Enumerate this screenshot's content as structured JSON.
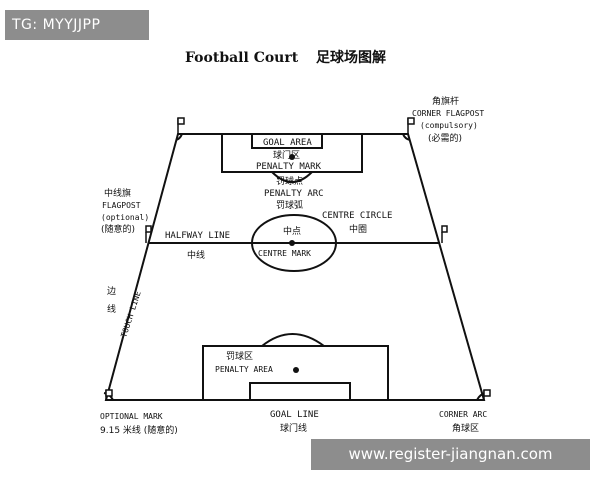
{
  "watermark_top": "TG: MYYJJPP",
  "watermark_bottom": "www.register-jiangnan.com",
  "title_en": "Football Court",
  "title_zh": "足球场图解",
  "labels": {
    "goal_area_en": "GOAL AREA",
    "goal_area_zh": "球门区",
    "penalty_mark_en": "PENALTY MARK",
    "penalty_mark_zh": "罚球点",
    "penalty_arc_en": "PENALTY ARC",
    "penalty_arc_zh": "罚球弧",
    "corner_flagpost_zh": "角旗杆",
    "corner_flagpost_en": "CORNER FLAGPOST",
    "compulsory_en": "(compulsory)",
    "compulsory_zh": "(必需的)",
    "halfway_flag_zh": "中线旗",
    "halfway_flag_en": "FLAGPOST",
    "optional_en": "(optional)",
    "optional_zh": "(随意的)",
    "centre_circle_en": "CENTRE CIRCLE",
    "centre_circle_zh": "中圈",
    "halfway_line_en": "HALFWAY LINE",
    "halfway_line_zh": "中线",
    "centre_point_zh": "中点",
    "centre_mark_en": "CENTRE MARK",
    "touch_line_zh_1": "边",
    "touch_line_zh_2": "线",
    "touch_line_en": "TOUCH LINE",
    "penalty_area_zh": "罚球区",
    "penalty_area_en": "PENALTY AREA",
    "optional_mark_en": "OPTIONAL MARK",
    "optional_mark_zh": "9.15 米线 (随意的)",
    "goal_line_en": "GOAL LINE",
    "goal_line_zh": "球门线",
    "corner_arc_en": "CORNER ARC",
    "corner_arc_zh": "角球区"
  }
}
